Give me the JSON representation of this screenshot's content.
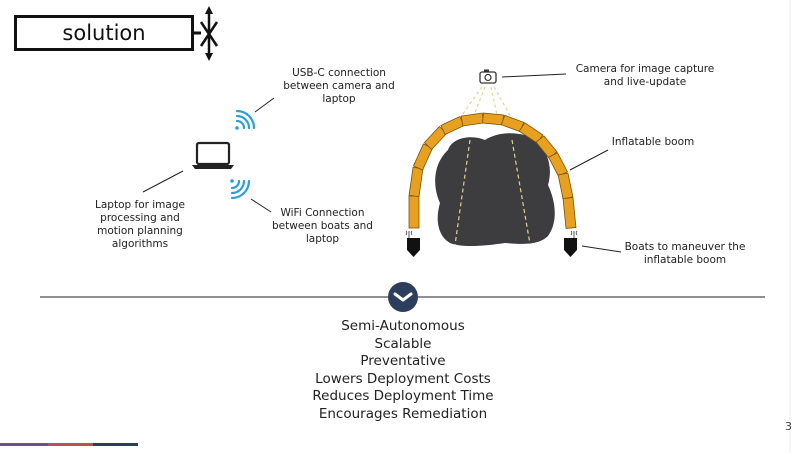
{
  "slide": {
    "title": "solution",
    "page_number": "3"
  },
  "labels": {
    "usb": "USB-C connection\nbetween camera and\nlaptop",
    "laptop": "Laptop for image\nprocessing and\nmotion planning\nalgorithms",
    "wifi": "WiFi Connection\nbetween boats and\nlaptop",
    "camera": "Camera for image capture\nand live-update",
    "boom": "Inflatable boom",
    "boats": "Boats to maneuver the\ninflatable boom"
  },
  "features": [
    "Semi-Autonomous",
    "Scalable",
    "Preventative",
    "Lowers Deployment Costs",
    "Reduces Deployment Time",
    "Encourages Remediation"
  ],
  "icons": {
    "laptop": "laptop-icon",
    "camera": "camera-icon",
    "wifi": "wifi-icon",
    "boat": "boat-icon",
    "antenna": "antenna-icon",
    "chevron": "chevron-down-icon"
  },
  "colors": {
    "boom": "#e8a020",
    "boom_stroke": "#7a5200",
    "oil": "#3d3d3f",
    "wifi": "#2a9fd8",
    "divider_dot": "#2c3e5c",
    "bar_purple": "#6b4f8c",
    "bar_red": "#c0504d",
    "bar_navy": "#2c3e5c"
  }
}
